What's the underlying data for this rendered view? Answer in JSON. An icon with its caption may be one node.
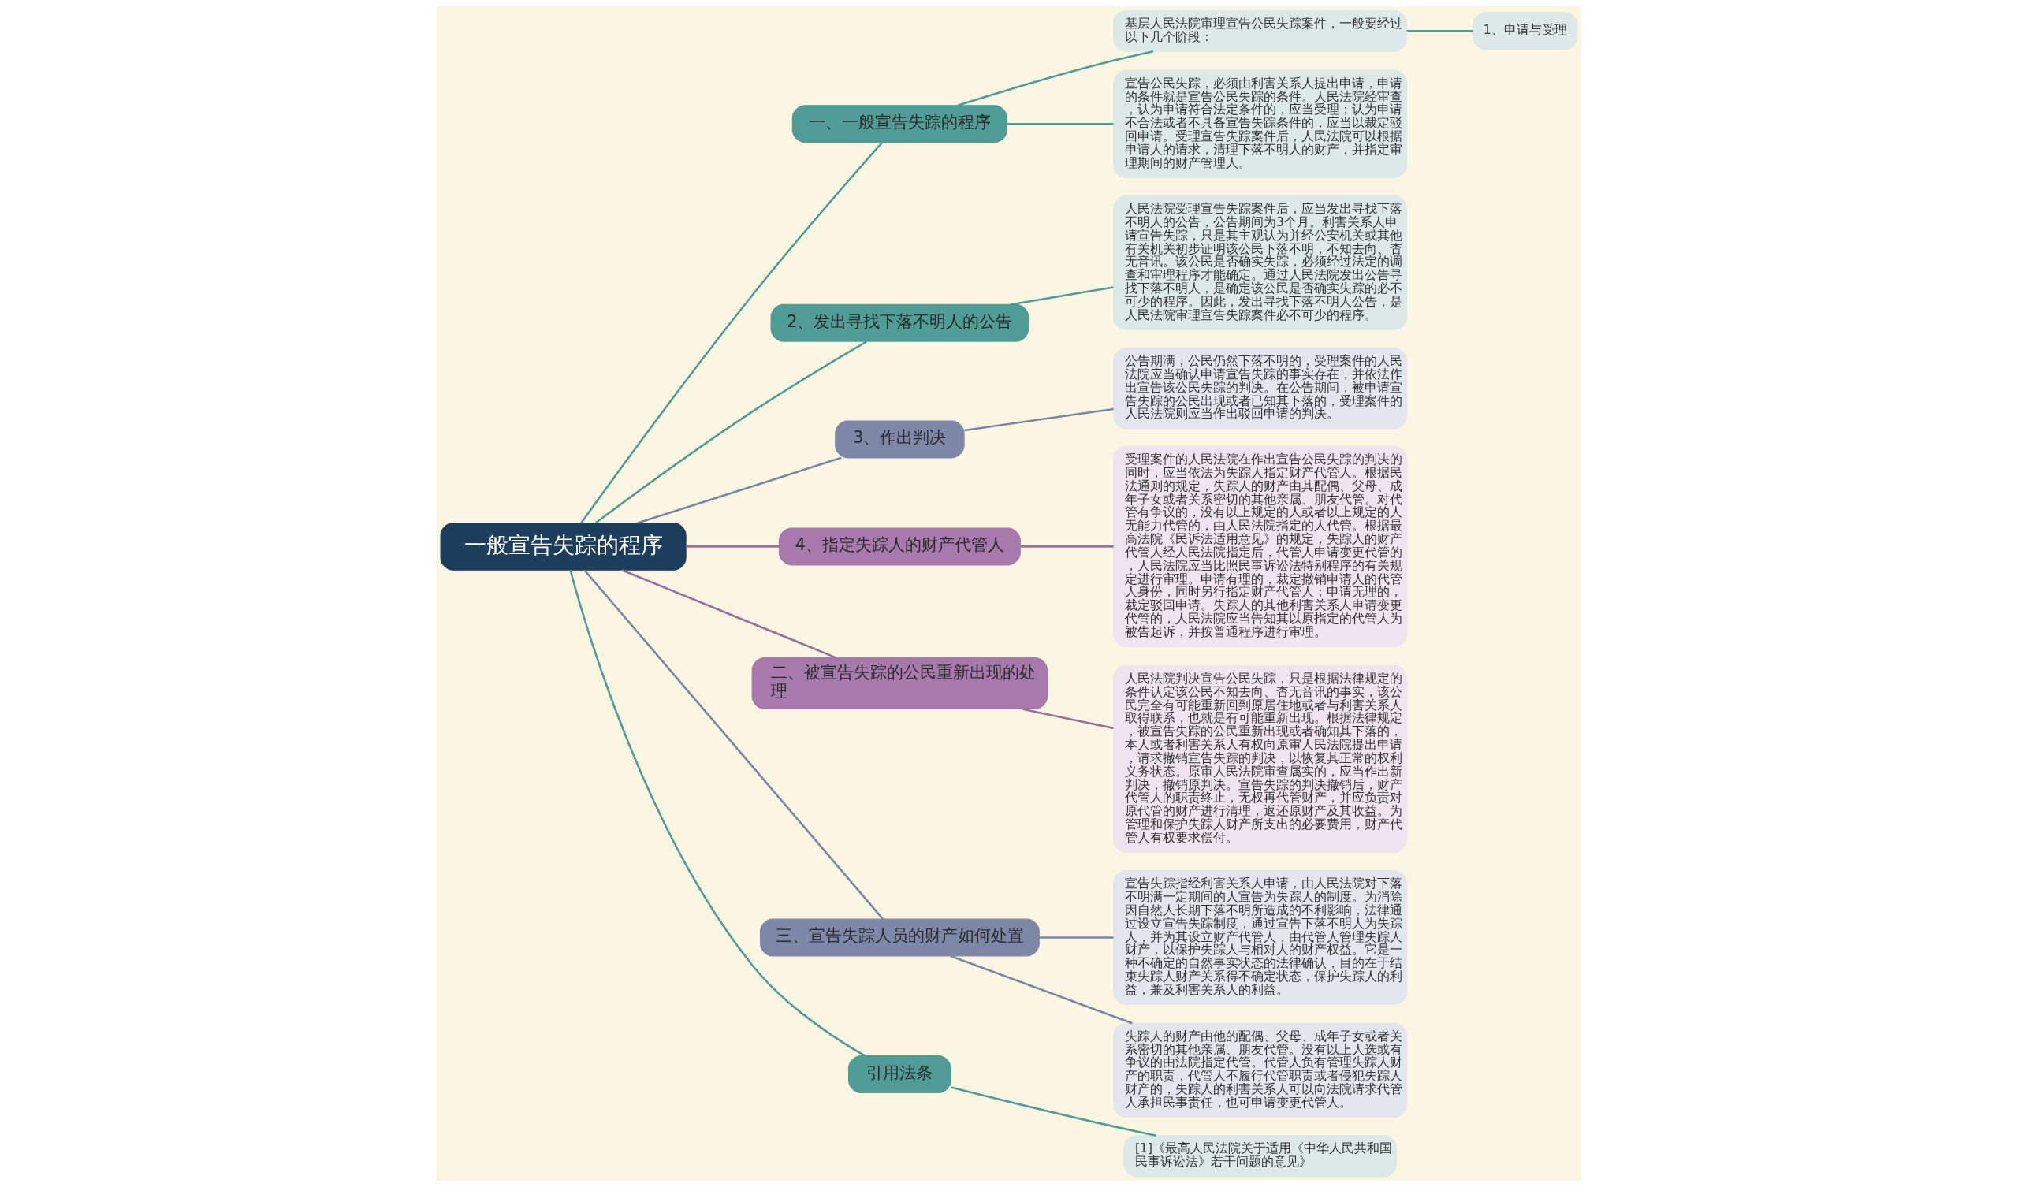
{
  "diagram": {
    "nodes": [
      {
        "text": [
          "一般宣告失踪的程序"
        ]
      },
      {
        "text": [
          "一、一般宣告失踪的程序"
        ]
      },
      {
        "text": [
          "基层人民法院审理宣告公民失踪案件，一般要经过以下几个阶段："
        ]
      },
      {
        "text": [
          "1、申请与受理"
        ]
      },
      {
        "text": [
          "宣告公民失踪，必须由利害关系人提出申请，申请的条件就是宣告公民失踪的条件。人民法院经审查，认为申请符合法定条件的，应当受理；认为申请不合法或者不具备宣告失踪条件的，应当以裁定驳回申请。受理宣告失踪案件后，人民法院可以根据申请人的请求，清理下落不明人的财产，并指定审理期间的财产管理人。"
        ]
      },
      {
        "text": [
          "2、发出寻找下落不明人的公告"
        ]
      },
      {
        "text": [
          "人民法院受理宣告失踪案件后，应当发出寻找下落不明人的公告，公告期间为3个月。利害关系人申请宣告失踪，只是其主观认为并经公安机关或其他有关机关初步证明该公民下落不明，不知去向、杳无音讯。该公民是否确实失踪，必须经过法定的调查和审理程序才能确定。通过人民法院发出公告寻找下落不明人，是确定该公民是否确实失踪的必不可少的程序。因此，发出寻找下落不明人公告，是人民法院审理宣告失踪案件必不可少的程序。"
        ]
      },
      {
        "text": [
          "3、作出判决"
        ]
      },
      {
        "text": [
          "公告期满，公民仍然下落不明的，受理案件的人民法院应当确认申请宣告失踪的事实存在，并依法作出宣告该公民失踪的判决。在公告期间，被申请宣告失踪的公民出现或者已知其下落的，受理案件的人民法院则应当作出驳回申请的判决。"
        ]
      },
      {
        "text": [
          "4、指定失踪人的财产代管人"
        ]
      },
      {
        "text": [
          "受理案件的人民法院在作出宣告公民失踪的判决的同时，应当依法为失踪人指定财产代管人。根据民法通则的规定，失踪人的财产由其配偶、父母、成年子女或者关系密切的其他亲属、朋友代管。对代管有争议的，没有以上规定的人或者以上规定的人无能力代管的，由人民法院指定的人代管。根据最高法院《民诉法适用意见》的规定，失踪人的财产代管人经人民法院指定后，代管人申请变更代管的，人民法院应当比照民事诉讼法特别程序的有关规定进行审理。申请有理的，裁定撤销申请人的代管人身份，同时另行指定财产代管人；申请无理的，裁定驳回申请。失踪人的其他利害关系人申请变更代管的，人民法院应当告知其以原指定的代管人为被告起诉，并按普通程序进行审理。"
        ]
      },
      {
        "text": [
          "二、被宣告失踪的公民重新出现的处理"
        ]
      },
      {
        "text": [
          "人民法院判决宣告公民失踪，只是根据法律规定的条件认定该公民不知去向、杳无音讯的事实，该公民完全有可能重新回到原居住地或者与利害关系人取得联系，也就是有可能重新出现。根据法律规定，被宣告失踪的公民重新出现或者确知其下落的，本人或者利害关系人有权向原审人民法院提出申请，请求撤销宣告失踪的判决，以恢复其正常的权利义务状态。原审人民法院审查属实的，应当作出新判决，撤销原判决。宣告失踪的判决撤销后，财产代管人的职责终止，无权再代管财产，并应负责对原代管的财产进行清理，返还原财产及其收益。为管理和保护失踪人财产所支出的必要费用，财产代管人有权要求偿付。"
        ]
      },
      {
        "text": [
          "三、宣告失踪人员的财产如何处置"
        ]
      },
      {
        "text": [
          "宣告失踪指经利害关系人申请，由人民法院对下落不明满一定期间的人宣告为失踪人的制度。为消除因自然人长期下落不明所造成的不利影响，法律通过设立宣告失踪制度，通过宣告下落不明人为失踪人，并为其设立财产代管人，由代管人管理失踪人财产，以保护失踪人与相对人的财产权益。它是一种不确定的自然事实状态的法律确认，目的在于结束失踪人财产关系得不确定状态，保护失踪人的利益，兼及利害关系人的利益。"
        ]
      },
      {
        "text": [
          "失踪人的财产由他的配偶、父母、成年子女或者关系密切的其他亲属、朋友代管。没有以上人选或有争议的由法院指定代管。代管人负有管理失踪人财产的职责，代管人不履行代管职责或者侵犯失踪人财产的，失踪人的利害关系人可以向法院请求代管人承担民事责任，也可申请变更代管人。"
        ]
      },
      {
        "text": [
          "引用法条"
        ]
      },
      {
        "text": [
          "[1]《最高人民法院关于适用《中华人民共和国民事诉讼法》若干问题的意见》"
        ]
      }
    ],
    "edges": [
      {
        "from": 0,
        "to": 1,
        "arrow": "none"
      },
      {
        "from": 1,
        "to": 2,
        "arrow": "none"
      },
      {
        "from": 2,
        "to": 3,
        "arrow": "none"
      },
      {
        "from": 1,
        "to": 4,
        "arrow": "none"
      },
      {
        "from": 0,
        "to": 5,
        "arrow": "none"
      },
      {
        "from": 5,
        "to": 6,
        "arrow": "none"
      },
      {
        "from": 0,
        "to": 7,
        "arrow": "none",
        "color": "#7a86a6"
      },
      {
        "from": 7,
        "to": 8,
        "arrow": "none",
        "color": "#7a86a6"
      },
      {
        "from": 0,
        "to": 9,
        "arrow": "none",
        "color": "#9a6fa0"
      },
      {
        "from": 9,
        "to": 10,
        "arrow": "none",
        "color": "#9a6fa0"
      },
      {
        "from": 0,
        "to": 11,
        "arrow": "none",
        "color": "#9a6fa0"
      },
      {
        "from": 11,
        "to": 12,
        "arrow": "none",
        "color": "#9a6fa0"
      },
      {
        "from": 0,
        "to": 13,
        "arrow": "none",
        "color": "#7a86a6"
      },
      {
        "from": 13,
        "to": 14,
        "arrow": "none",
        "color": "#7a86a6"
      },
      {
        "from": 13,
        "to": 15,
        "arrow": "none",
        "color": "#7a86a6"
      },
      {
        "from": 0,
        "to": 16,
        "arrow": "none"
      },
      {
        "from": 16,
        "to": 17,
        "arrow": "none"
      }
    ]
  }
}
